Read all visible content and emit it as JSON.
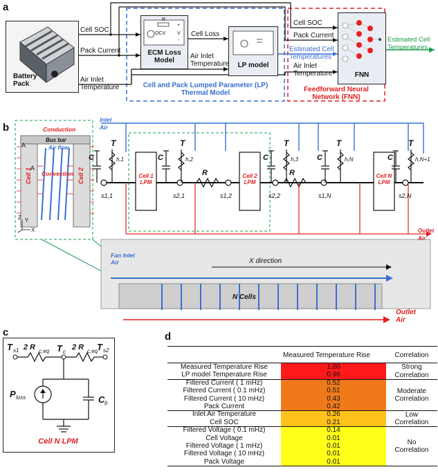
{
  "panels": {
    "a": "a",
    "b": "b",
    "c": "c",
    "d": "d"
  },
  "panel_a": {
    "battery_pack": "Battery\nPack",
    "signals": {
      "cell_soc": "Cell SOC",
      "pack_current": "Pack Current",
      "air_inlet_temperature": "Air Inlet\nTemperature",
      "cell_loss": "Cell Loss",
      "air_inlet_temperature_2": "Air Inlet\nTemperature",
      "cell_soc_fnn": "Cell SOC",
      "pack_current_fnn": "Pack Current",
      "estimated_cell_temperatures_fnn": "Estimated Cell\nTemperatures",
      "air_inlet_temperature_fnn": "Air Inlet\nTemperature",
      "estimated_cell_temperatures_out": "Estimated Cell\nTemperatures"
    },
    "ecm": {
      "title": "ECM Loss\nModel",
      "r0": "R",
      "ocv": "OCV",
      "v": "V",
      "plus": "+",
      "minus": "-"
    },
    "lp_block": "LP model",
    "fnn_block": "FNN",
    "lp_group_label": "Cell and Pack Lumped Parameter (LP)\nThermal Model",
    "fnn_group_label": "Feedforward Neural\nNetwork (FNN)",
    "colors": {
      "lp_group": "#3a6fd0",
      "fnn_group": "#e02020",
      "output": "#1a9e4a"
    }
  },
  "panel_b": {
    "inlet_air": "Inlet\nAir",
    "outlet_air": "Outlet\nAir",
    "conduction": "Conduction",
    "bus_bar": "Bus bar",
    "air_flow": "Air flow",
    "convection": "Convection",
    "cell_1": "Cell 1",
    "cell_2": "Cell 2",
    "ax": "A",
    "ay": "A",
    "axis_z": "Z",
    "axis_y": "Y",
    "axis_x": "X",
    "lpm_blocks": [
      "Cell 1\nLPM",
      "Cell 2\nLPM",
      "Cell N\nLPM"
    ],
    "ta_label": "T",
    "cc_label": "C",
    "rcc_label": "R",
    "rh_labels": [
      "h,1",
      "h,2",
      "h,3",
      "h,N",
      "h,N+1"
    ],
    "ts_labels": [
      "s1,1",
      "s2,1",
      "s1,2",
      "s2,2",
      "s1,N",
      "s2,N"
    ],
    "x_direction": "X direction",
    "fan_inlet_air": "Fan Inlet\nAir",
    "n_cells": "N Cells",
    "outlet_air_bottom": "Outlet\nAir"
  },
  "panel_c": {
    "ts1": "T",
    "ts2": "T",
    "tc": "T",
    "r_left": "2 R",
    "r_right": "2 R",
    "ploss": "P",
    "cb": "C",
    "caption": "Cell N LPM"
  },
  "panel_d": {
    "headers": [
      "Measured Temperature Rise",
      "Correlation"
    ],
    "rows": [
      {
        "name": "Measured Temperature Rise",
        "value": "1.00",
        "color": "#ff1a1a"
      },
      {
        "name": "LP model Temperature Rise",
        "value": "0.96",
        "color": "#ff1a1a"
      },
      {
        "name": "Filtered Current ( 1 mHz)",
        "value": "0.52",
        "color": "#f07a1a"
      },
      {
        "name": "Filtered Current ( 0.1 mHz)",
        "value": "0.51",
        "color": "#f07a1a"
      },
      {
        "name": "Filtered Current ( 10 mHz)",
        "value": "0.43",
        "color": "#f07a1a"
      },
      {
        "name": "Pack Current",
        "value": "0.42",
        "color": "#f07a1a"
      },
      {
        "name": "Inlet Air Temperature",
        "value": "0.26",
        "color": "#ffc21a"
      },
      {
        "name": "Cell SOC",
        "value": "0.21",
        "color": "#ffc21a"
      },
      {
        "name": "Filtered Voltage ( 0.1 mHz)",
        "value": "0.14",
        "color": "#ffff1a"
      },
      {
        "name": "Cell Voltage",
        "value": "0.01",
        "color": "#ffff1a"
      },
      {
        "name": "Filtered Voltage ( 1 mHz)",
        "value": "0.01",
        "color": "#ffff1a"
      },
      {
        "name": "Filtered Voltage ( 10 mHz)",
        "value": "0.01",
        "color": "#ffff1a"
      },
      {
        "name": "Pack Voltage",
        "value": "0.01",
        "color": "#ffff1a"
      }
    ],
    "groups": [
      {
        "label": "Strong\nCorrelation",
        "rows": 2
      },
      {
        "label": "Moderate\nCorrelation",
        "rows": 4
      },
      {
        "label": "Low\nCorrelation",
        "rows": 2
      },
      {
        "label": "No\nCorrelation",
        "rows": 5
      }
    ]
  }
}
